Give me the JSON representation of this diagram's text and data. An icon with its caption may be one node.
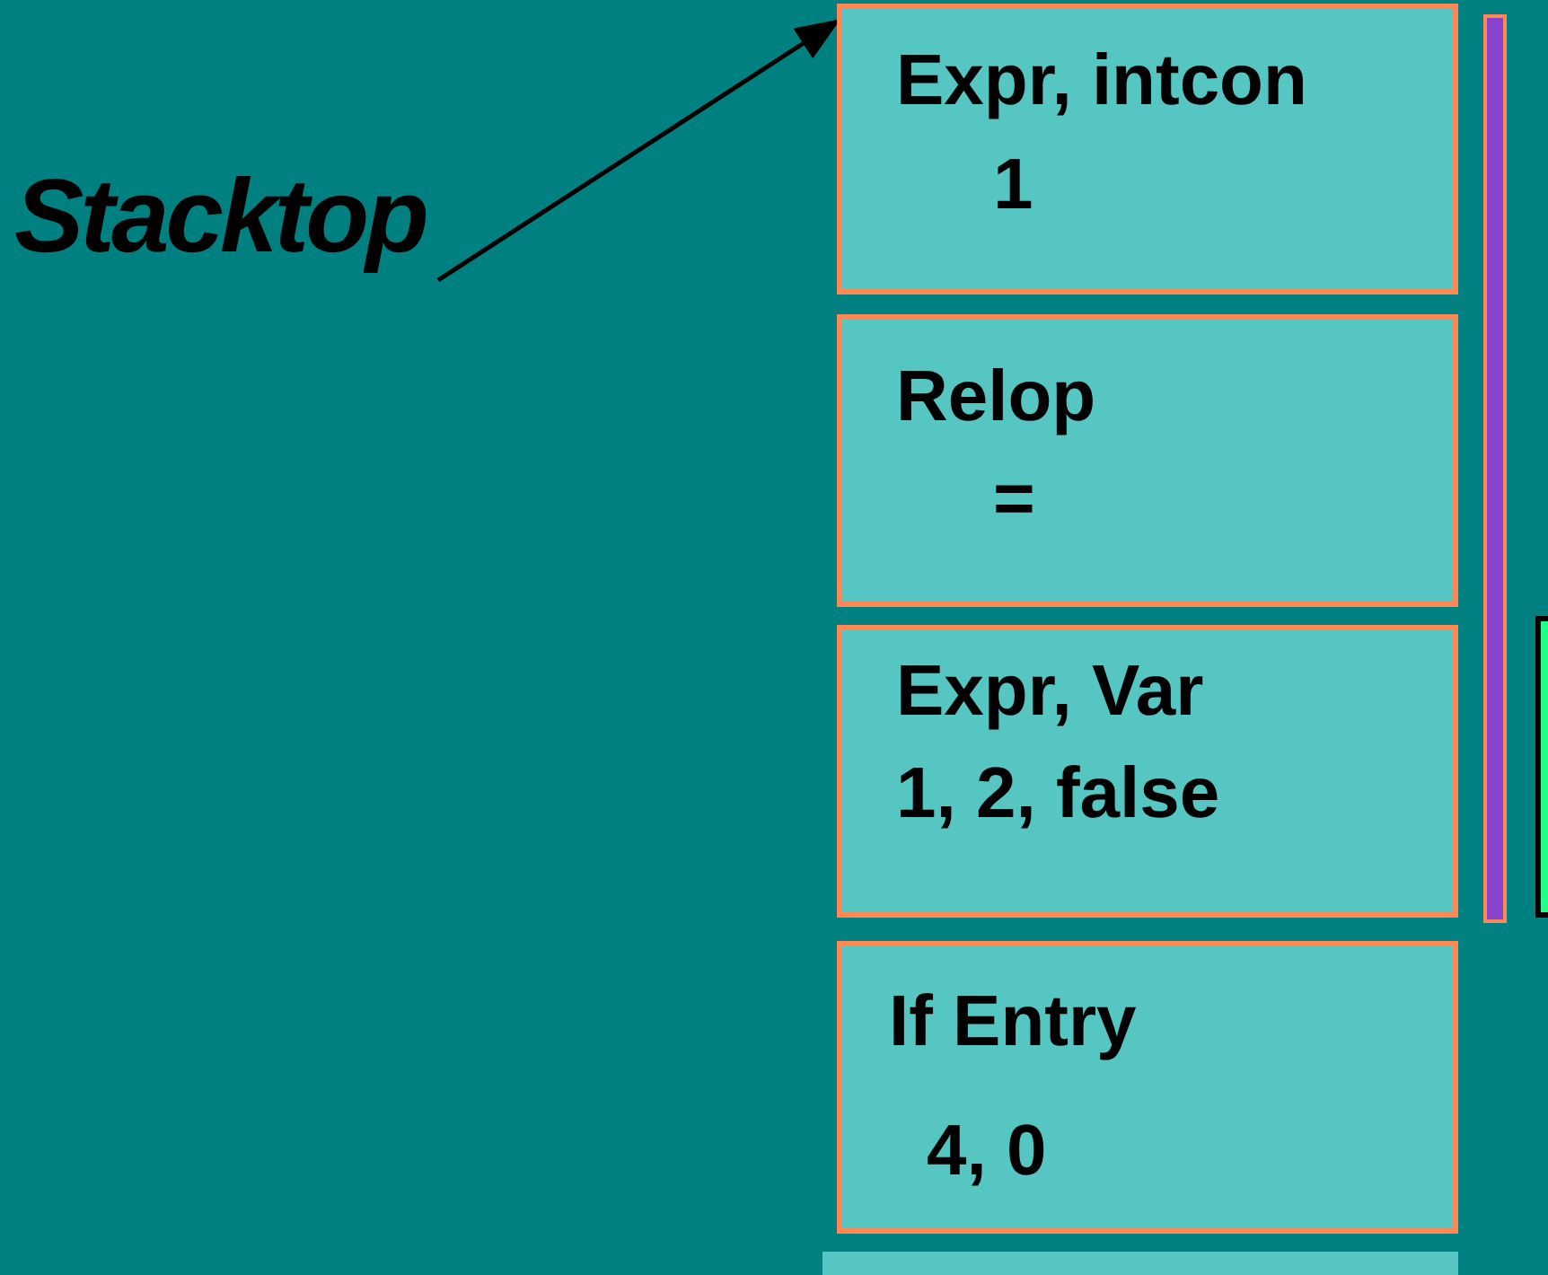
{
  "diagram": {
    "nodes": [
      {
        "text": [
          "Stacktop"
        ]
      },
      {
        "text": [
          "Expr, intcon",
          "1"
        ]
      },
      {
        "text": [
          "Relop",
          "="
        ]
      },
      {
        "text": [
          "Expr, Var",
          "1, 2, false"
        ]
      },
      {
        "text": [
          "If Entry",
          "4, 0"
        ]
      },
      {
        "text": [],
        "shape": "box"
      },
      {
        "text": [],
        "shape": "bar"
      },
      {
        "text": [],
        "shape": "box"
      }
    ],
    "edges": [
      {
        "from": 0,
        "to": 1,
        "arrow": "to"
      }
    ]
  }
}
